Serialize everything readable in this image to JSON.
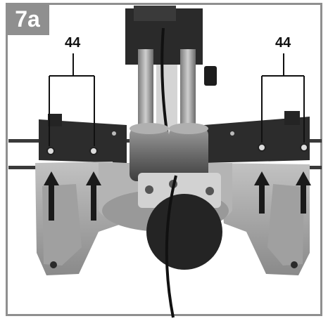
{
  "figure": {
    "label": "7a",
    "callouts": {
      "left": "44",
      "right": "44"
    }
  },
  "colors": {
    "frame": "#8f8f8f",
    "machine_dark": "#2b2b2b",
    "machine_mid": "#6e6e6e",
    "machine_light": "#a9a9a9",
    "arrow": "#1a1a1a"
  }
}
